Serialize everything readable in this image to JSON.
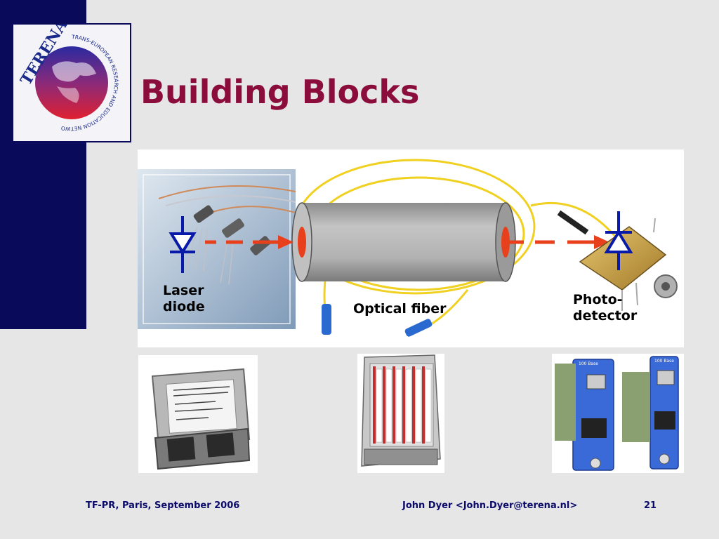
{
  "slide": {
    "title": "Building Blocks",
    "logo_text": "TERENA",
    "logo_ring_text": "TRANS-EUROPEAN RESEARCH AND EDUCATION NETWORKING ASSOCIATION"
  },
  "diagram": {
    "laser_label_line1": "Laser",
    "laser_label_line2": "diode",
    "fiber_label": "Optical fiber",
    "detector_label_line1": "Photo-",
    "detector_label_line2": "detector"
  },
  "photos": {
    "media_converter_label": "100 Base"
  },
  "footer": {
    "left": "TF-PR, Paris, September 2006",
    "author": "John Dyer  <John.Dyer@terena.nl>",
    "page": "21"
  },
  "colors": {
    "sidebar": "#0a0a5a",
    "title": "#8b0d3c",
    "footer": "#0a0a6a",
    "arrow": "#e8401c",
    "diode": "#0a1aa8",
    "fiber": "#f0d020"
  }
}
